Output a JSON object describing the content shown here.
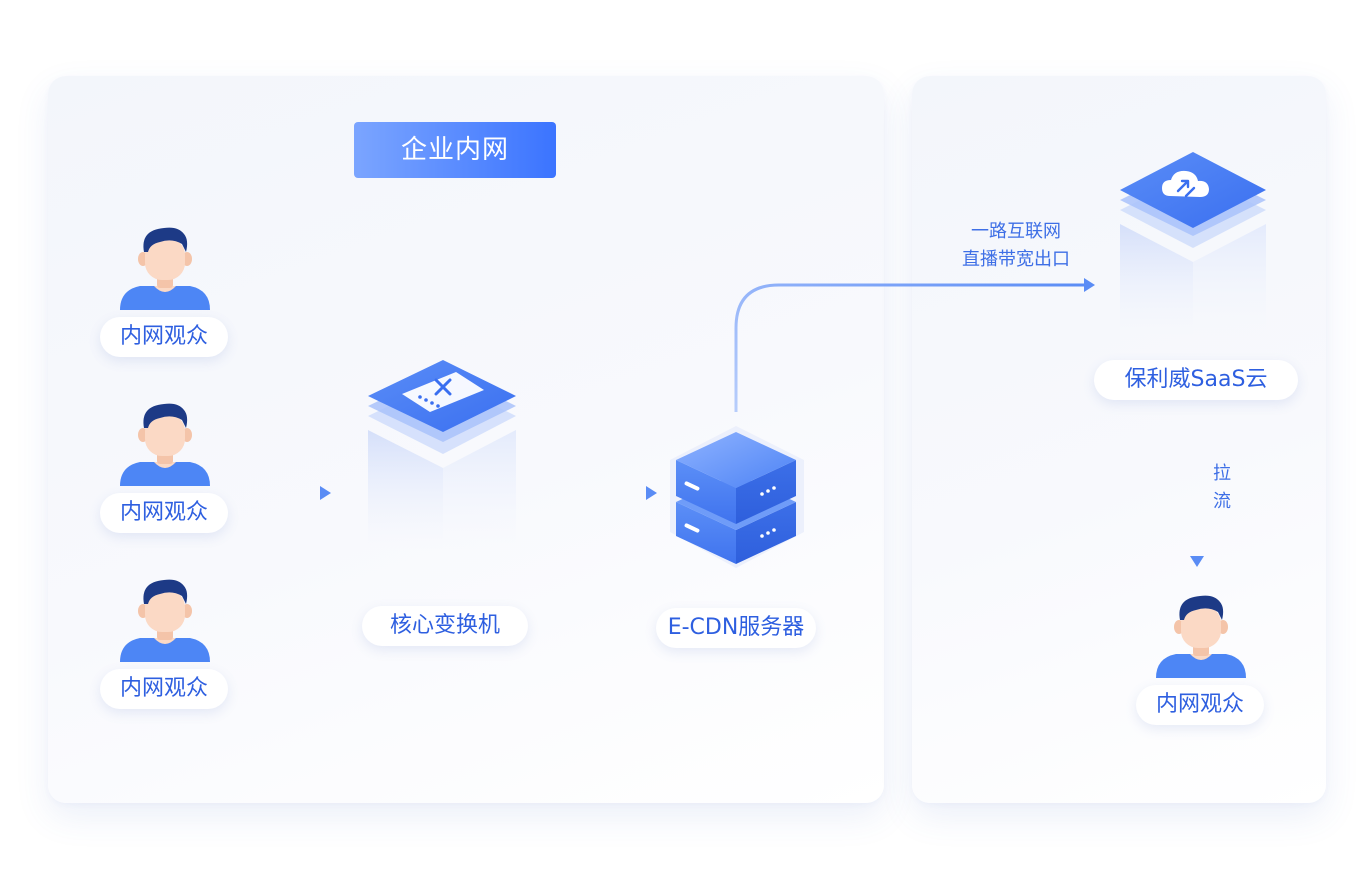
{
  "diagram": {
    "intranet_title": "企业内网",
    "viewer_label": "内网观众",
    "switch_label": "核心变换机",
    "ecdn_label": "E-CDN服务器",
    "cloud_label": "保利威SaaS云",
    "uplink_label_line1": "一路互联网",
    "uplink_label_line2": "直播带宽出口",
    "pull_label_line1": "拉",
    "pull_label_line2": "流"
  },
  "colors": {
    "accent": "#3b74ff",
    "text_blue": "#2e5fe0",
    "arrow": "#5a8cf5",
    "hair": "#1d3a86",
    "skin": "#fbd9c5",
    "shirt": "#4d86f5"
  },
  "icons": {
    "viewer": "person-icon",
    "switch": "network-switch-icon",
    "server": "server-stack-icon",
    "cloud": "cloud-sync-icon"
  }
}
